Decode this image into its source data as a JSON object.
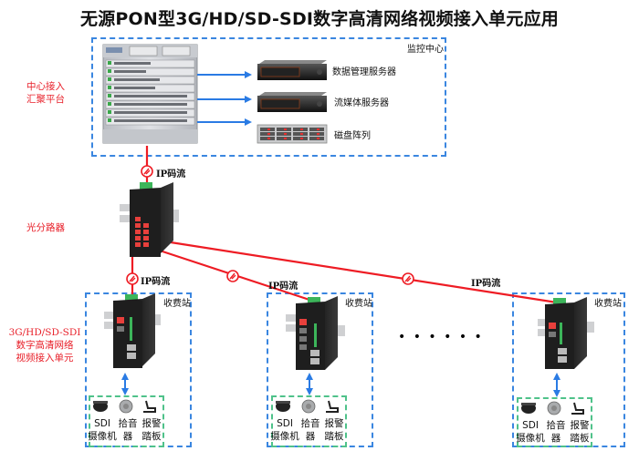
{
  "title": "无源PON型3G/HD/SD-SDI数字高清网络视频接入单元应用",
  "side_labels": {
    "center_platform": [
      "中心接入",
      "汇聚平台"
    ],
    "splitter": "光分路器",
    "access_unit": [
      "3G/HD/SD-SDI",
      "数字高清网络",
      "视频接入单元"
    ]
  },
  "monitor_center": {
    "label": "监控中心",
    "servers": [
      {
        "name": "数据管理服务器",
        "icon": "rack-server-icon"
      },
      {
        "name": "流媒体服务器",
        "icon": "rack-server-icon"
      },
      {
        "name": "磁盘阵列",
        "icon": "disk-array-icon"
      }
    ]
  },
  "links": {
    "ip_stream_label": "IP码流"
  },
  "stations": [
    {
      "label": "收费站",
      "devices": [
        {
          "label": [
            "SDI",
            "摄像机"
          ],
          "icon": "dome-camera-icon"
        },
        {
          "label": [
            "拾音",
            "器"
          ],
          "icon": "microphone-icon"
        },
        {
          "label": [
            "报警",
            "踏板"
          ],
          "icon": "alarm-pedal-icon"
        }
      ]
    },
    {
      "label": "收费站",
      "devices": [
        {
          "label": [
            "SDI",
            "摄像机"
          ],
          "icon": "dome-camera-icon"
        },
        {
          "label": [
            "拾音",
            "器"
          ],
          "icon": "microphone-icon"
        },
        {
          "label": [
            "报警",
            "踏板"
          ],
          "icon": "alarm-pedal-icon"
        }
      ]
    },
    {
      "label": "收费站",
      "devices": [
        {
          "label": [
            "SDI",
            "摄像机"
          ],
          "icon": "dome-camera-icon"
        },
        {
          "label": [
            "拾音",
            "器"
          ],
          "icon": "microphone-icon"
        },
        {
          "label": [
            "报警",
            "踏板"
          ],
          "icon": "alarm-pedal-icon"
        }
      ]
    }
  ],
  "ellipsis": "• • • • • •",
  "colors": {
    "fiber_line": "#ee1c24",
    "ethernet_arrow": "#2a7be4",
    "center_box_border": "#3a86e0",
    "device_box_border": "#4fc28a",
    "side_label": "#e8202a"
  }
}
